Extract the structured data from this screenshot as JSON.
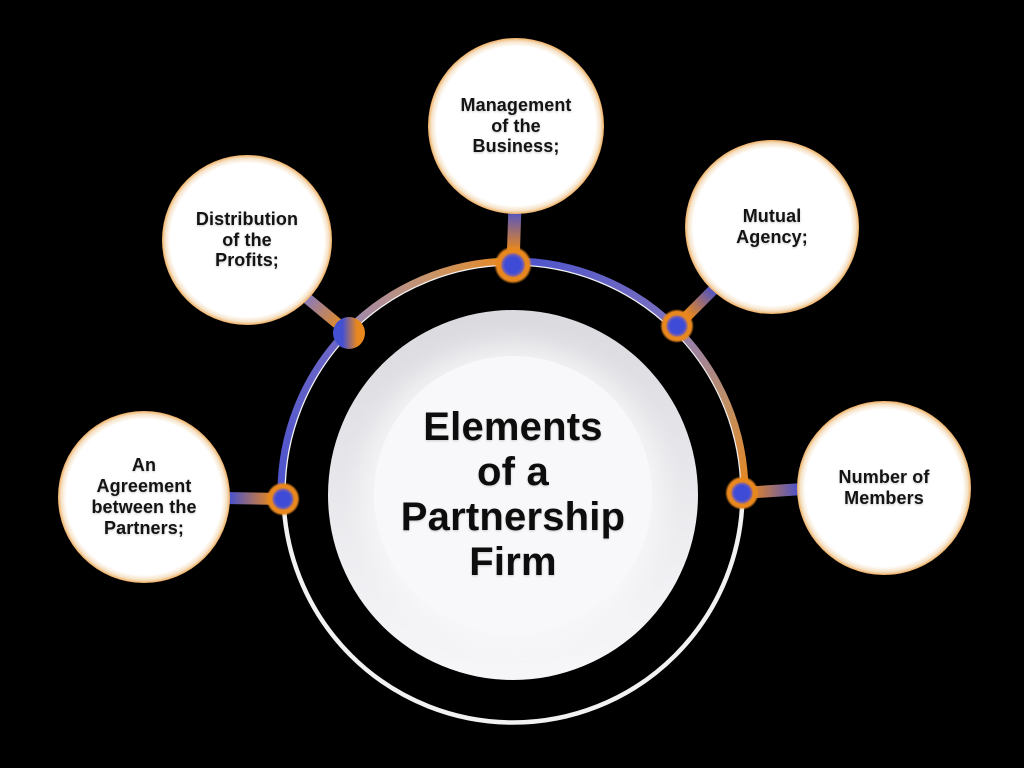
{
  "diagram": {
    "center_label": "Elements of a Partnership Firm",
    "title_lines": [
      "Elements",
      "of a",
      "Partnership",
      "Firm"
    ],
    "satellites": [
      {
        "id": "management-of-the-business",
        "label": "Management of the Business;",
        "lines": [
          "Management",
          "of the",
          "Business;"
        ],
        "position": "top"
      },
      {
        "id": "distribution-of-the-profits",
        "label": "Distribution of the Profits;",
        "lines": [
          "Distribution",
          "of the",
          "Profits;"
        ],
        "position": "upper-left"
      },
      {
        "id": "mutual-agency",
        "label": "Mutual Agency;",
        "lines": [
          "Mutual",
          "Agency;"
        ],
        "position": "upper-right"
      },
      {
        "id": "agreement-between-the-partners",
        "label": "An Agreement between the Partners;",
        "lines": [
          "An",
          "Agreement",
          "between the",
          "Partners;"
        ],
        "position": "left"
      },
      {
        "id": "number-of-members",
        "label": "Number of Members",
        "lines": [
          "Number of",
          "Members"
        ],
        "position": "right"
      }
    ],
    "colors": {
      "background": "#000000",
      "blue": "#4a52cc",
      "orange": "#e8871e",
      "node_blue": "#3d4bd6",
      "purple": "#9a87b4",
      "tan": "#c9956a",
      "ring_white": "#f2f2f3",
      "plate_rim": "#d9d9de",
      "plate_inner": "#f8f8fa",
      "text": "#0d0d0d"
    }
  }
}
